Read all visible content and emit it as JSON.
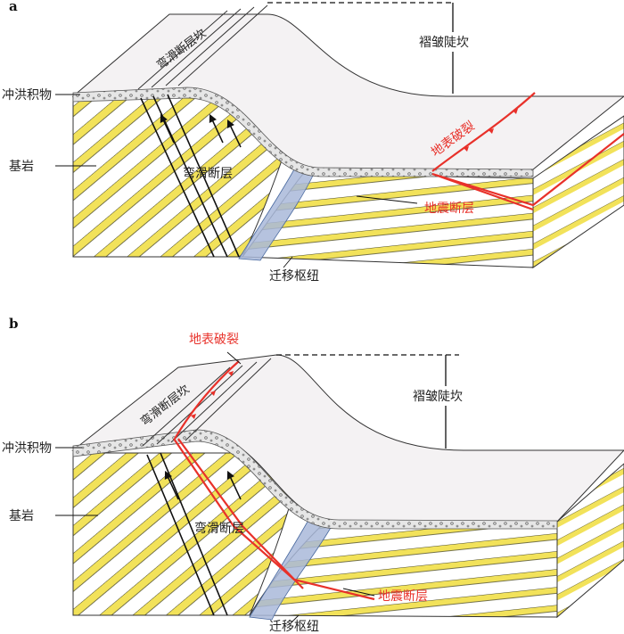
{
  "panels": [
    {
      "letter": "a",
      "labels": {
        "scarp_top": "弯滑断层坎",
        "fold_scarp": "褶皱陡坎",
        "alluvium": "冲洪积物",
        "bedrock": "基岩",
        "flexural_slip": "弯滑断层",
        "surface_rupture": "地表破裂",
        "seismic_fault": "地震断层",
        "hinge": "迁移枢纽"
      }
    },
    {
      "letter": "b",
      "labels": {
        "scarp_top": "弯滑断层坎",
        "fold_scarp": "褶皱陡坎",
        "alluvium": "冲洪积物",
        "bedrock": "基岩",
        "flexural_slip": "弯滑断层",
        "surface_rupture": "地表破裂",
        "seismic_fault": "地震断层",
        "hinge": "迁移枢纽"
      }
    }
  ],
  "colors": {
    "layer_yellow": "#f2e25a",
    "layer_white": "#ffffff",
    "alluvium": "#e6e6e6",
    "hinge_blue": "#a9b9d9",
    "rupture_red": "#e8312a",
    "surface": "#f4f2f3"
  }
}
